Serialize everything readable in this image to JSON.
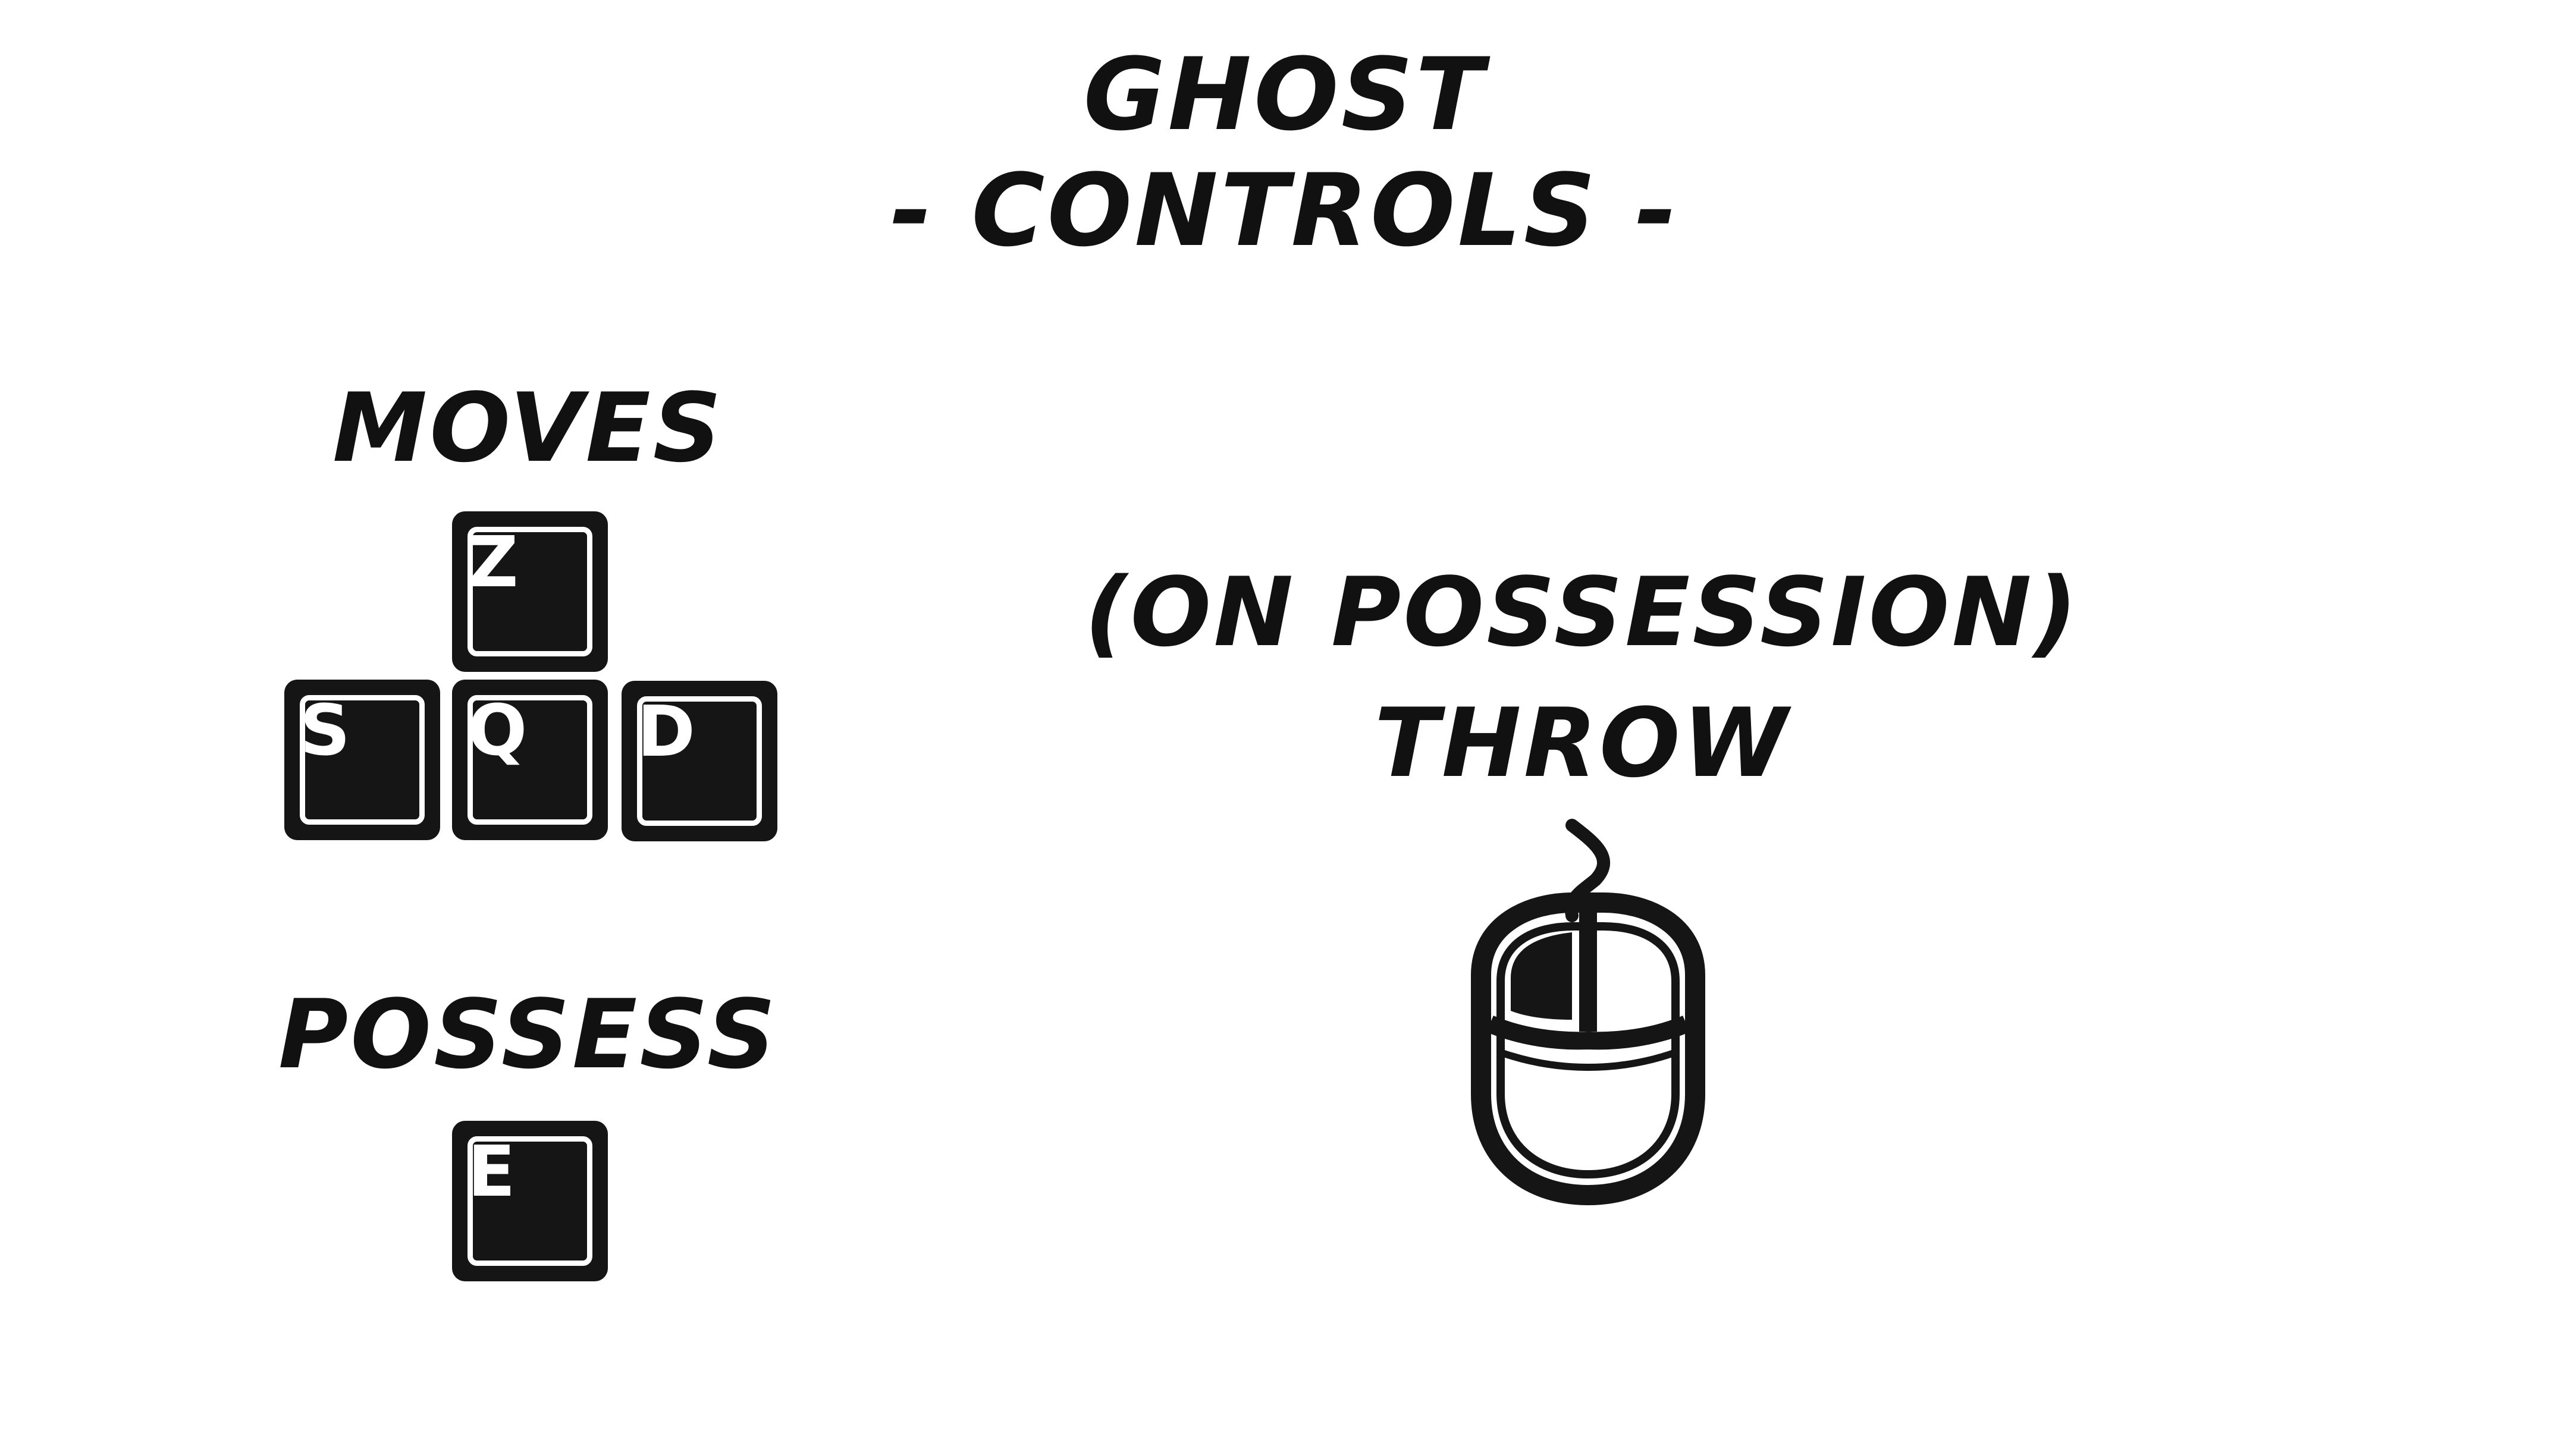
{
  "title": {
    "line1": "GHOST",
    "line2": "- CONTROLS -"
  },
  "moves": {
    "label": "MOVES",
    "keys": [
      "Z",
      "S",
      "Q",
      "D"
    ]
  },
  "possess": {
    "label": "POSSESS",
    "key": "E"
  },
  "throw": {
    "condition": "(ON POSSESSION)",
    "label": "THROW",
    "input_icon": "mouse-left-click-icon"
  },
  "colors": {
    "background": "#ffffff",
    "ink": "#111111",
    "key_fill": "#151515",
    "key_text": "#ffffff"
  }
}
